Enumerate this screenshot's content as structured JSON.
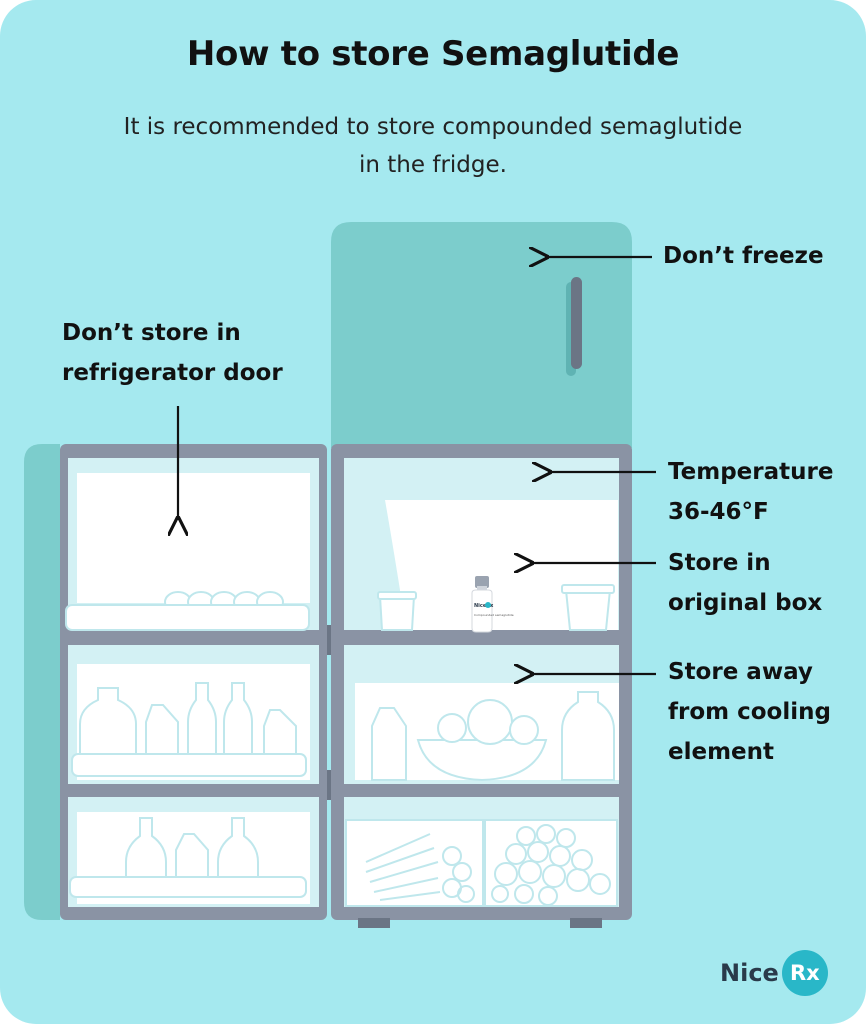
{
  "header": {
    "title": "How to store Semaglutide",
    "subtitle": "It is recommended to store compounded semaglutide in the fridge."
  },
  "labels": {
    "freezer": "Don’t freeze",
    "door_line1": "Don’t store in",
    "door_line2": "refrigerator door",
    "temperature_line1": "Temperature",
    "temperature_line2": "36-46°F",
    "box_line1": "Store in",
    "box_line2": "original box",
    "cooling_line1": "Store away",
    "cooling_line2": "from cooling",
    "cooling_line3": "element"
  },
  "vial": {
    "brand": "NiceRx",
    "text": "Compounded semaglutide"
  },
  "logo": {
    "word": "Nice",
    "badge": "Rx"
  },
  "colors": {
    "background": "#a5e9ef",
    "freezer": "#7ccdcc",
    "frame": "#8a93a4",
    "interior_light": "#d3f1f4",
    "interior_white": "#ffffff",
    "accent": "#29b7c8"
  }
}
